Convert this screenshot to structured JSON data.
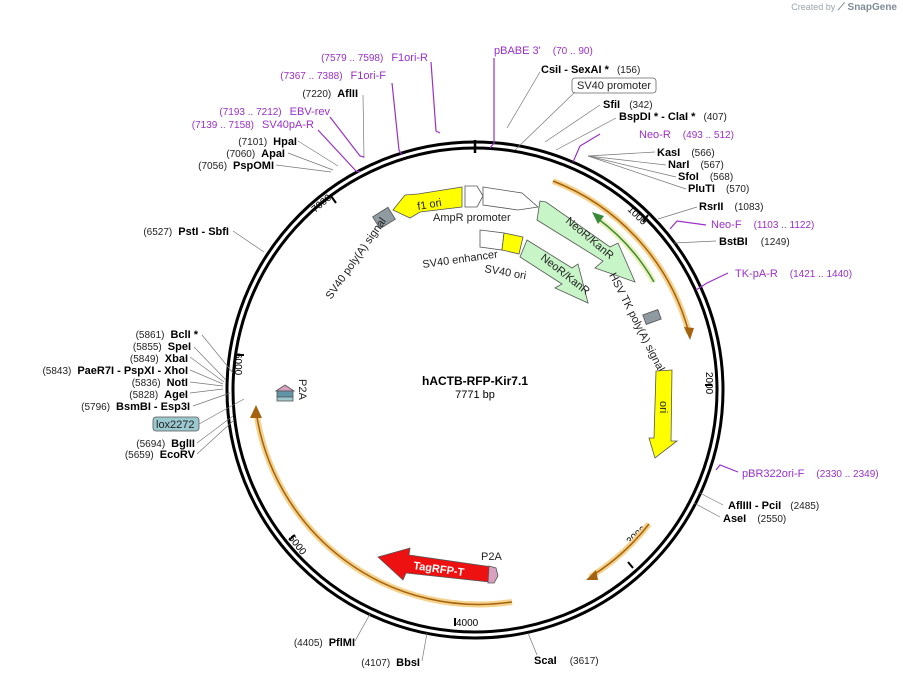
{
  "brand": {
    "created_by": "Created by",
    "product": "SnapGene"
  },
  "map": {
    "name": "hACTB-RFP-Kir7.1",
    "length_label": "7771 bp",
    "total_bp": 7771
  },
  "ticks": [
    {
      "label": "1000",
      "bp": 1000
    },
    {
      "label": "2000",
      "bp": 2000
    },
    {
      "label": "3000",
      "bp": 3000
    },
    {
      "label": "4000",
      "bp": 4000
    },
    {
      "label": "5000",
      "bp": 5000
    },
    {
      "label": "6000",
      "bp": 6000
    },
    {
      "label": "7000",
      "bp": 7000
    }
  ],
  "enzymes_right": [
    {
      "name": "CsiI",
      "extra": " - SexAI *",
      "coord": "(156)",
      "bp": 156
    },
    {
      "name": "SfiI",
      "extra": "",
      "coord": "(342)",
      "bp": 342
    },
    {
      "name": "BspDI *",
      "extra": " - ClaI *",
      "coord": "(407)",
      "bp": 407
    },
    {
      "name": "KasI",
      "extra": "",
      "coord": "(566)",
      "bp": 566
    },
    {
      "name": "NarI",
      "extra": "",
      "coord": "(567)",
      "bp": 567
    },
    {
      "name": "SfoI",
      "extra": "",
      "coord": "(568)",
      "bp": 568
    },
    {
      "name": "PluTI",
      "extra": "",
      "coord": "(570)",
      "bp": 570
    },
    {
      "name": "RsrII",
      "extra": "",
      "coord": "(1083)",
      "bp": 1083
    },
    {
      "name": "BstBI",
      "extra": "",
      "coord": "(1249)",
      "bp": 1249
    },
    {
      "name": "AflIII",
      "extra": " - PciI",
      "coord": "(2485)",
      "bp": 2485
    },
    {
      "name": "AseI",
      "extra": "",
      "coord": "(2550)",
      "bp": 2550
    },
    {
      "name": "ScaI",
      "extra": "",
      "coord": "(3617)",
      "bp": 3617
    }
  ],
  "enzymes_left": [
    {
      "name": "AflII",
      "coord": "(7220)",
      "bp": 7220
    },
    {
      "name": "HpaI",
      "coord": "(7101)",
      "bp": 7101
    },
    {
      "name": "ApaI",
      "coord": "(7060)",
      "bp": 7060
    },
    {
      "name": "PspOMI",
      "coord": "(7056)",
      "bp": 7056
    },
    {
      "name": "PstI",
      "extra": " - SbfI",
      "coord": "(6527)",
      "bp": 6527
    },
    {
      "name": "BclI *",
      "coord": "(5861)",
      "bp": 5861
    },
    {
      "name": "SpeI",
      "coord": "(5855)",
      "bp": 5855
    },
    {
      "name": "XbaI",
      "coord": "(5849)",
      "bp": 5849
    },
    {
      "name": "PaeR7I",
      "extra": " - PspXI - XhoI",
      "coord": "(5843)",
      "bp": 5843
    },
    {
      "name": "NotI",
      "coord": "(5836)",
      "bp": 5836
    },
    {
      "name": "AgeI",
      "coord": "(5828)",
      "bp": 5828
    },
    {
      "name": "BsmBI",
      "extra": " - Esp3I",
      "coord": "(5796)",
      "bp": 5796
    },
    {
      "name": "BglII",
      "coord": "(5694)",
      "bp": 5694
    },
    {
      "name": "EcoRV",
      "coord": "(5659)",
      "bp": 5659
    },
    {
      "name": "PflMI",
      "coord": "(4405)",
      "bp": 4405
    },
    {
      "name": "BbsI",
      "coord": "(4107)",
      "bp": 4107
    }
  ],
  "primers": [
    {
      "name": "pBABE 3'",
      "coord": "(70 .. 90)"
    },
    {
      "name": "Neo-R",
      "coord": "(493 .. 512)"
    },
    {
      "name": "Neo-F",
      "coord": "(1103 .. 1122)"
    },
    {
      "name": "TK-pA-R",
      "coord": "(1421 .. 1440)"
    },
    {
      "name": "pBR322ori-F",
      "coord": "(2330 .. 2349)"
    },
    {
      "name": "F1ori-R",
      "coord": "(7579 .. 7598)"
    },
    {
      "name": "F1ori-F",
      "coord": "(7367 .. 7388)"
    },
    {
      "name": "EBV-rev",
      "coord": "(7193 .. 7212)"
    },
    {
      "name": "SV40pA-R",
      "coord": "(7139 .. 7158)"
    }
  ],
  "features": {
    "sv40_promoter": "SV40 promoter",
    "lox2272": "lox2272",
    "ampr_promoter": "AmpR promoter",
    "f1_ori": "f1 ori",
    "sv40_polyA": "SV40 poly(A) signal",
    "sv40_enhancer": "SV40 enhancer",
    "sv40_ori": "SV40 ori",
    "neor_outer": "NeoR/KanR",
    "neor_inner": "NeoR/KanR",
    "hsv_tk": "HSV TK poly(A) signal",
    "ori": "ori",
    "tagrfp": "TagRFP-T",
    "p2a_top": "P2A",
    "p2a_bottom": "P2A"
  },
  "colors": {
    "backbone": "#000000",
    "orf_orange": "#f0b54a",
    "orf_dark": "#a5620e",
    "primer_purple": "#9b2fc9",
    "f1ori_yellow": "#ffff00",
    "neo_green": "#c8f5c8",
    "tagrfp_red": "#ee1111",
    "p2a_pink": "#d9a0c0",
    "lox_teal": "#9cc9cf",
    "polyA_gray": "#8f9aa1"
  }
}
